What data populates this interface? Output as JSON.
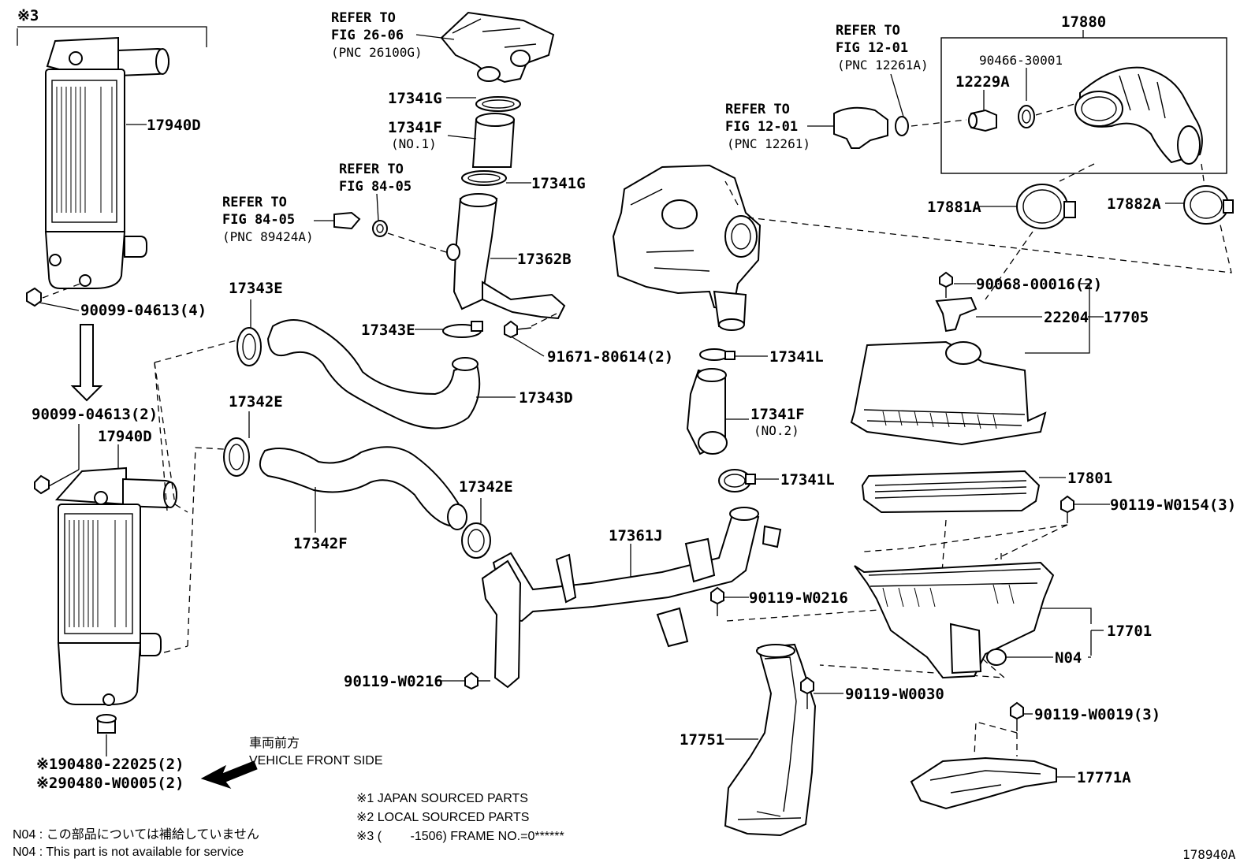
{
  "labels": {
    "mark3_top": "※3",
    "p17940D_top": "17940D",
    "bolt_top": "90099-04613(4)",
    "bolt_mid": "90099-04613(2)",
    "p17940D_bot": "17940D",
    "grommet1": "※190480-22025(2)",
    "grommet2": "※290480-W0005(2)",
    "ref26_l1": "REFER TO",
    "ref26_l2": "FIG 26-06",
    "ref26_l3": "(PNC 26100G)",
    "p17341G_a": "17341G",
    "p17341F_a": "17341F",
    "no1": "(NO.1)",
    "p17341G_b": "17341G",
    "ref8405_l1": "REFER TO",
    "ref8405_l2": "FIG 84-05",
    "ref8405b_l1": "REFER TO",
    "ref8405b_l2": "FIG 84-05",
    "ref8405b_l3": "(PNC 89424A)",
    "p17362B": "17362B",
    "p17343E_a": "17343E",
    "p17343E_b": "17343E",
    "bolt_91671": "91671-80614(2)",
    "p17343D": "17343D",
    "p17342E_a": "17342E",
    "p17342E_b": "17342E",
    "p17342F": "17342F",
    "p17361J": "17361J",
    "bolt_w0216_a": "90119-W0216",
    "bolt_w0216_b": "90119-W0216",
    "p17341L_a": "17341L",
    "p17341F_b": "17341F",
    "no2": "(NO.2)",
    "p17341L_b": "17341L",
    "bolt_w0030": "90119-W0030",
    "p17751": "17751",
    "ref1201a_l1": "REFER TO",
    "ref1201a_l2": "FIG 12-01",
    "ref1201a_l3": "(PNC 12261A)",
    "ref1201_l1": "REFER TO",
    "ref1201_l2": "FIG 12-01",
    "ref1201_l3": "(PNC 12261)",
    "p17880": "17880",
    "p90466": "90466-30001",
    "p12229A": "12229A",
    "p17881A": "17881A",
    "p17882A": "17882A",
    "bolt_90068": "90068-00016(2)",
    "p22204": "22204",
    "p17705": "17705",
    "p17801": "17801",
    "bolt_w0154": "90119-W0154(3)",
    "p17701": "17701",
    "n04": "N04",
    "bolt_w0019": "90119-W0019(3)",
    "p17771A": "17771A",
    "vehicle_jp": "車両前方",
    "vehicle_en": "VEHICLE FRONT SIDE",
    "legend1": "※1 JAPAN SOURCED PARTS",
    "legend2": "※2 LOCAL SOURCED PARTS",
    "legend3": "※3 (　　 -1506) FRAME NO.=0******",
    "n04_jp": "N04 : この部品については補給していません",
    "n04_en": "N04 : This part is not available for service",
    "fig_id": "178940A"
  }
}
